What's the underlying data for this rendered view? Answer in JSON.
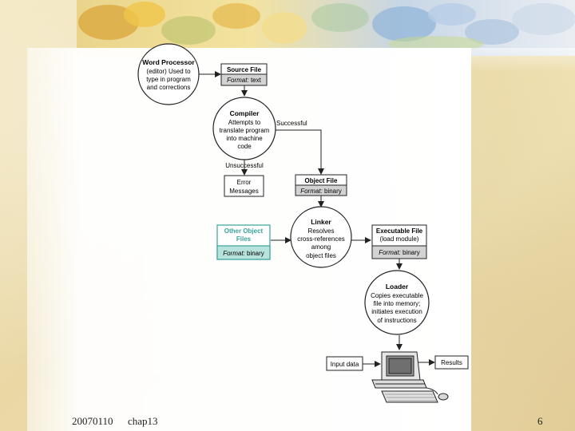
{
  "footer": {
    "date": "20070110",
    "chapter": "chap13",
    "page_number": "6"
  },
  "diagram": {
    "word_processor": {
      "title": "Word Processor",
      "lines": [
        "(editor) Used to",
        "type in program",
        "and corrections"
      ]
    },
    "source_file": {
      "title": "Source File",
      "format_label": "Format:",
      "format_value": "text"
    },
    "compiler": {
      "title": "Compiler",
      "lines": [
        "Attempts to",
        "translate program",
        "into machine",
        "code"
      ]
    },
    "label_successful": "Successful",
    "label_unsuccessful": "Unsuccessful",
    "error_messages": {
      "lines": [
        "Error",
        "Messages"
      ]
    },
    "object_file": {
      "title": "Object File",
      "format_label": "Format:",
      "format_value": "binary"
    },
    "other_object_files": {
      "lines": [
        "Other Object",
        "Files"
      ],
      "format_label": "Format:",
      "format_value": "binary"
    },
    "linker": {
      "title": "Linker",
      "lines": [
        "Resolves",
        "cross-references",
        "among",
        "object files"
      ]
    },
    "executable_file": {
      "title": "Executable File",
      "subtitle": "(load module)",
      "format_label": "Format:",
      "format_value": "binary"
    },
    "loader": {
      "title": "Loader",
      "lines": [
        "Copies executable",
        "file into memory;",
        "initiates execution",
        "of instructions"
      ]
    },
    "input_data": "Input data",
    "results": "Results",
    "colors": {
      "accent_teal": "#3aa39a",
      "gray_band": "#d3d3d3",
      "line": "#222222"
    }
  }
}
